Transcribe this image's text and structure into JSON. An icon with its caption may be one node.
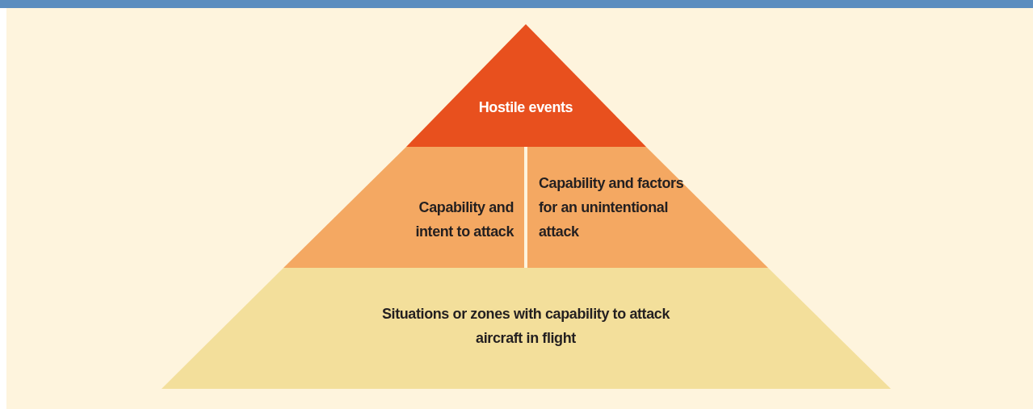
{
  "diagram": {
    "nodes": [
      {
        "text": [
          "Hostile events"
        ]
      },
      {
        "text": [
          "Capability and intent to attack"
        ]
      },
      {
        "text": [
          "Capability and factors for an unintentional attack"
        ]
      },
      {
        "text": [
          "Situations or zones with capability to attack aircraft in flight"
        ]
      }
    ]
  }
}
